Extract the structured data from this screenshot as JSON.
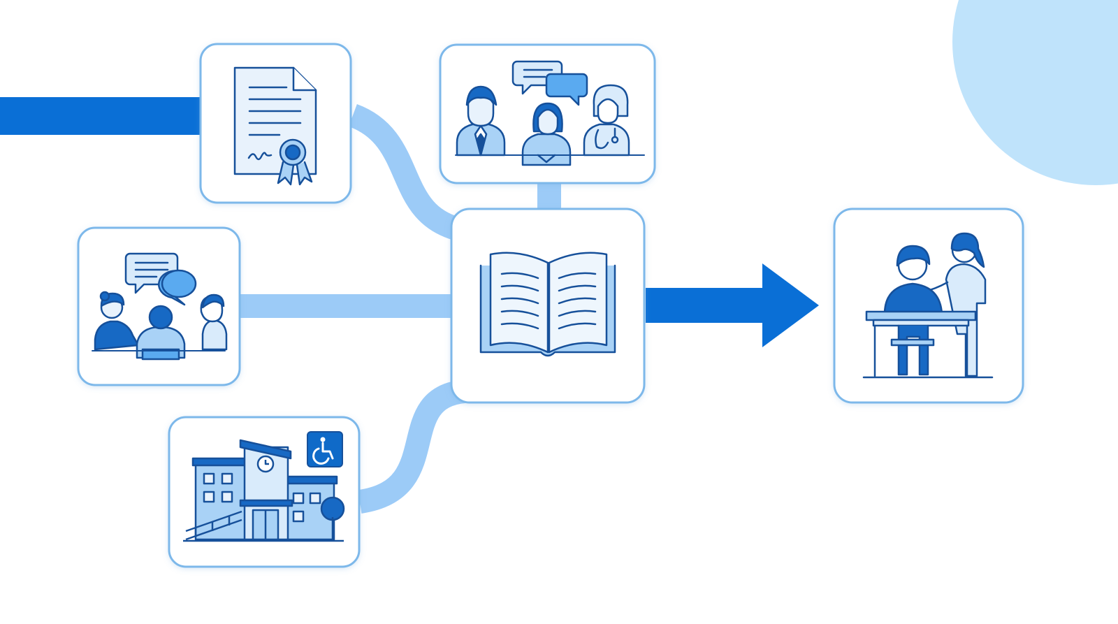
{
  "colors": {
    "primary": "#0a6fd6",
    "connector": "#9ccbf7",
    "tile_border": "#7db8ea",
    "icon_stroke": "#16509a",
    "icon_fill_light": "#d9ebfb",
    "icon_fill_mid": "#a9d2f6",
    "corner_circle": "#bfe3fb",
    "accessibility_badge": "#0f6ac8"
  },
  "nodes": [
    {
      "id": "certificate",
      "icon": "certificate-icon"
    },
    {
      "id": "team",
      "icon": "professionals-team-icon"
    },
    {
      "id": "discussion",
      "icon": "group-discussion-icon"
    },
    {
      "id": "school",
      "icon": "accessible-school-building-icon"
    },
    {
      "id": "guide",
      "icon": "open-book-icon"
    },
    {
      "id": "support",
      "icon": "student-support-icon"
    }
  ],
  "edges": [
    {
      "from": "certificate",
      "to": "guide"
    },
    {
      "from": "team",
      "to": "guide"
    },
    {
      "from": "discussion",
      "to": "guide"
    },
    {
      "from": "school",
      "to": "guide"
    },
    {
      "from": "guide",
      "to": "support",
      "style": "arrow"
    }
  ]
}
